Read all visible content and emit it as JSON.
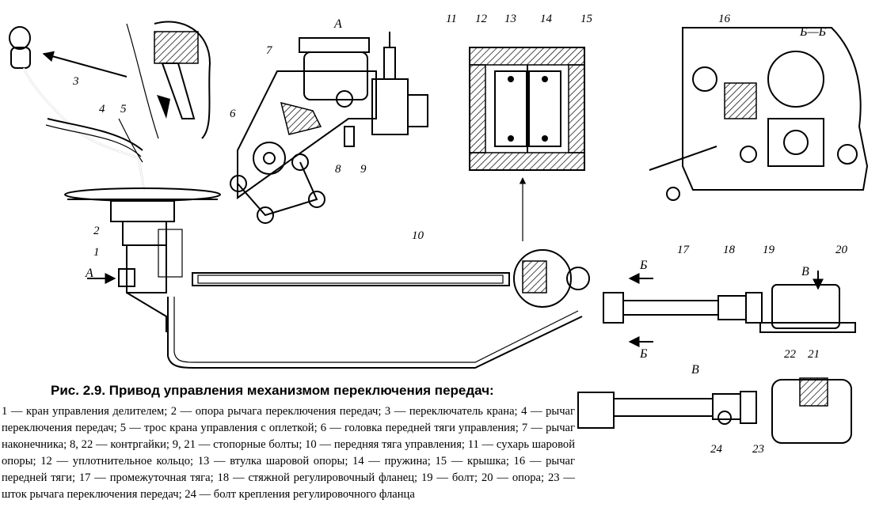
{
  "labels": {
    "l1": "1",
    "l2": "2",
    "l3": "3",
    "l4": "4",
    "l5": "5",
    "l6": "6",
    "l7": "7",
    "l8": "8",
    "l9": "9",
    "l10": "10",
    "l11": "11",
    "l12": "12",
    "l13": "13",
    "l14": "14",
    "l15": "15",
    "l16": "16",
    "l17": "17",
    "l18": "18",
    "l19": "19",
    "l20": "20",
    "l21": "21",
    "l22": "22",
    "l23": "23",
    "l24": "24"
  },
  "views": {
    "a_top": "А",
    "a_side": "А",
    "section": "Б—Б",
    "b_upper": "Б",
    "b_lower": "Б",
    "v_arrow": "В",
    "v_view": "В"
  },
  "caption": {
    "title": "Рис. 2.9. Привод управления механизмом переключения передач:",
    "legend": "1 — кран управления делителем; 2 — опора рычага переключения передач; 3 — переключатель крана; 4 — рычаг переключения передач; 5 — трос крана управления с оплеткой; 6 — головка передней тяги управления; 7 — рычаг наконечника; 8, 22 — контргайки; 9, 21 — стопорные болты; 10 — передняя тяга управления; 11 — сухарь шаровой опоры; 12 — уплотнительное кольцо; 13 — втулка шаровой опоры; 14 — пружина; 15 — крышка; 16 — рычаг передней тяги; 17 — промежуточная тяга; 18 — стяжной регулировочный фланец; 19 — болт; 20 — опора; 23 — шток рычага переключения передач; 24 — болт крепления регулировочного фланца"
  }
}
